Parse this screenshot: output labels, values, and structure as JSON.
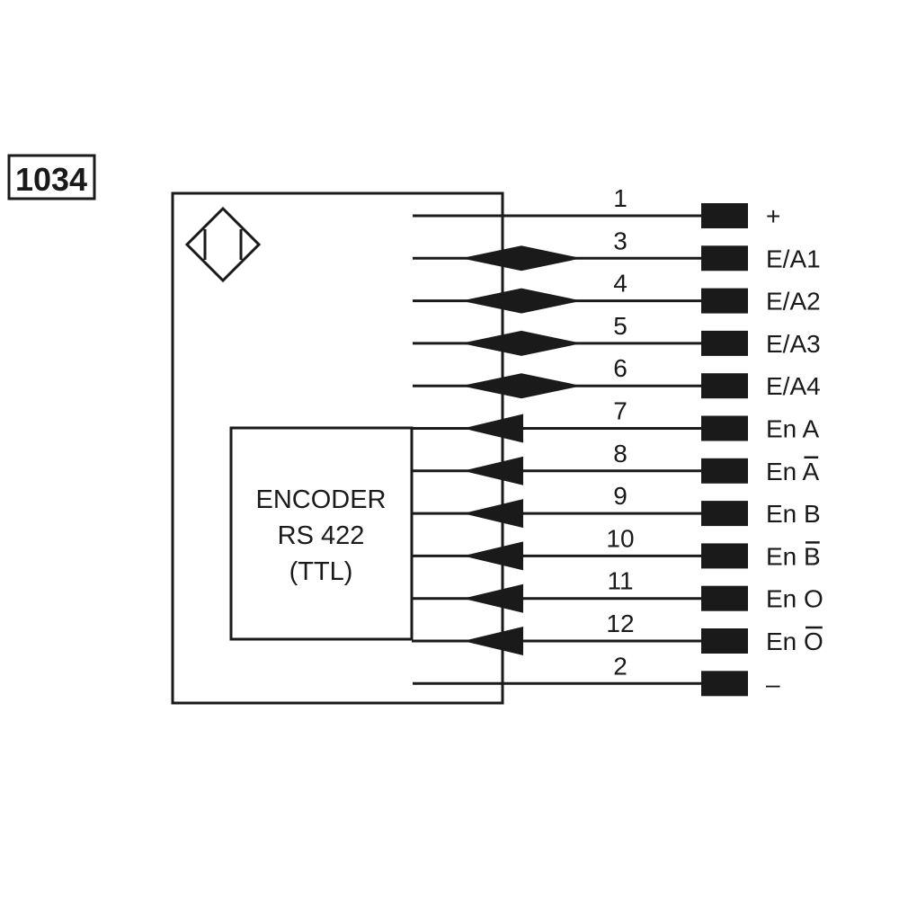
{
  "diagram": {
    "code": "1034",
    "encoder_lines": [
      "ENCODER",
      "RS 422",
      "(TTL)"
    ],
    "pins": [
      {
        "number": "1",
        "label": "+",
        "type": "supply"
      },
      {
        "number": "3",
        "label": "E/A1",
        "type": "io"
      },
      {
        "number": "4",
        "label": "E/A2",
        "type": "io"
      },
      {
        "number": "5",
        "label": "E/A3",
        "type": "io"
      },
      {
        "number": "6",
        "label": "E/A4",
        "type": "io"
      },
      {
        "number": "7",
        "label": "En A",
        "type": "output",
        "overline": false
      },
      {
        "number": "8",
        "label": "En A",
        "type": "output",
        "overline": true
      },
      {
        "number": "9",
        "label": "En B",
        "type": "output",
        "overline": false
      },
      {
        "number": "10",
        "label": "En B",
        "type": "output",
        "overline": true
      },
      {
        "number": "11",
        "label": "En O",
        "type": "output",
        "overline": false
      },
      {
        "number": "12",
        "label": "En O",
        "type": "output",
        "overline": true
      },
      {
        "number": "2",
        "label": "–",
        "type": "supply"
      }
    ],
    "line_color": "#1a1a1a"
  }
}
